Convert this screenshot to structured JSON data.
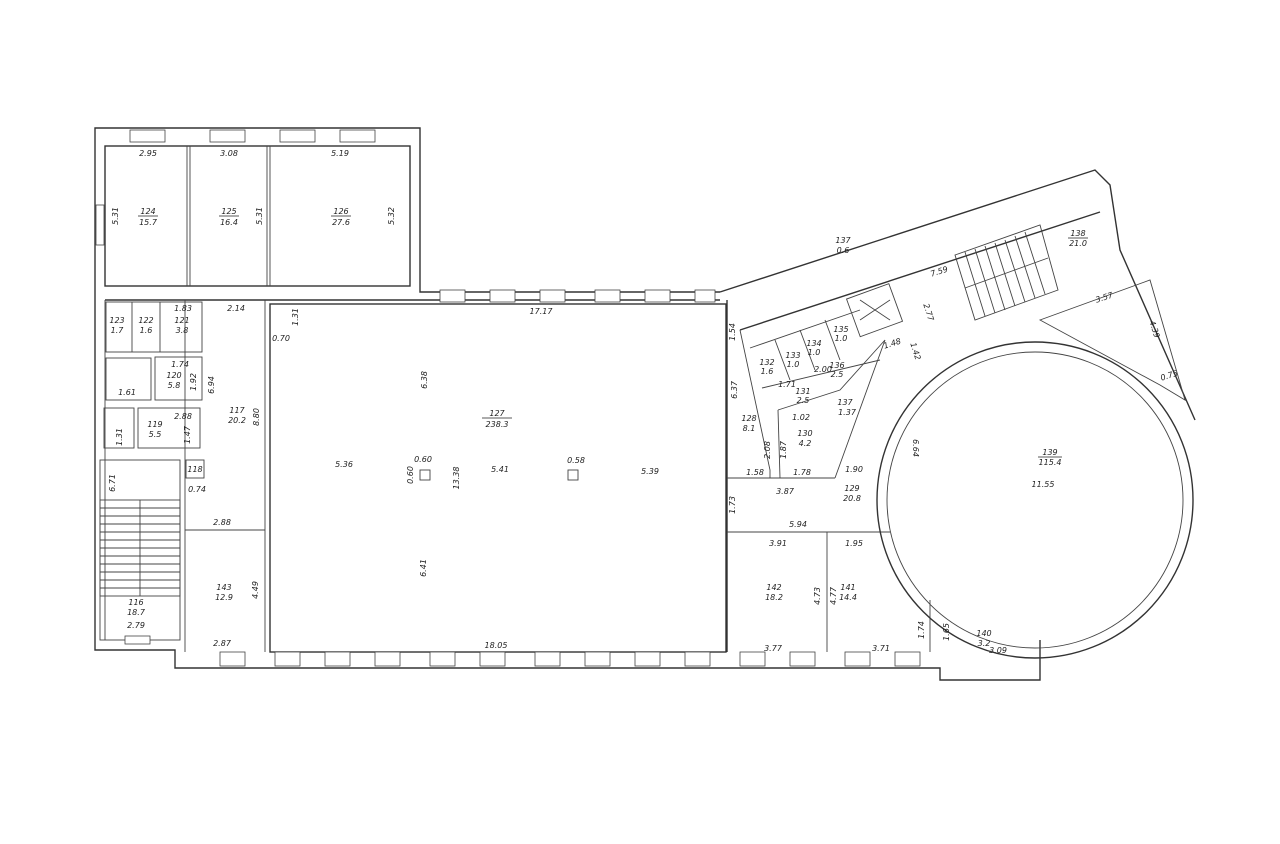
{
  "rooms": [
    {
      "num": "124",
      "area": "15.7"
    },
    {
      "num": "125",
      "area": "16.4"
    },
    {
      "num": "126",
      "area": "27.6"
    },
    {
      "num": "123",
      "area": "1.7"
    },
    {
      "num": "122",
      "area": "1.6"
    },
    {
      "num": "121",
      "area": "3.8"
    },
    {
      "num": "120",
      "area": "5.8"
    },
    {
      "num": "119",
      "area": "5.5"
    },
    {
      "num": "118",
      "area": ""
    },
    {
      "num": "117",
      "area": "20.2"
    },
    {
      "num": "116",
      "area": "18.7"
    },
    {
      "num": "143",
      "area": "12.9"
    },
    {
      "num": "127",
      "area": "238.3"
    },
    {
      "num": "128",
      "area": "8.1"
    },
    {
      "num": "132",
      "area": "1.6"
    },
    {
      "num": "133",
      "area": "1.0"
    },
    {
      "num": "134",
      "area": "1.0"
    },
    {
      "num": "135",
      "area": "1.0"
    },
    {
      "num": "136",
      "area": "2.5"
    },
    {
      "num": "131",
      "area": "2.5"
    },
    {
      "num": "137",
      "area": "0.6"
    },
    {
      "num": "130",
      "area": "4.2"
    },
    {
      "num": "129",
      "area": "20.8"
    },
    {
      "num": "142",
      "area": "18.2"
    },
    {
      "num": "141",
      "area": "14.4"
    },
    {
      "num": "140",
      "area": "3.2"
    },
    {
      "num": "139",
      "area": "115.4"
    },
    {
      "num": "138",
      "area": "21.0"
    },
    {
      "num": "137",
      "area": ""
    }
  ],
  "dimensions": [
    "2.95",
    "3.08",
    "5.19",
    "5.31",
    "5.31",
    "5.32",
    "1.83",
    "2.14",
    "1.31",
    "0.70",
    "17.17",
    "1.74",
    "1.92",
    "1.61",
    "6.94",
    "8.80",
    "2.88",
    "1.47",
    "1.31",
    "0.74",
    "6.71",
    "2.88",
    "4.49",
    "2.79",
    "2.87",
    "6.38",
    "5.36",
    "0.60",
    "0.60",
    "13.38",
    "5.41",
    "0.58",
    "5.39",
    "6.41",
    "18.05",
    "1.54",
    "6.37",
    "2.08",
    "1.87",
    "1.58",
    "1.78",
    "1.71",
    "2.00",
    "1.02",
    "1.37",
    "1.73",
    "3.87",
    "1.90",
    "5.94",
    "3.91",
    "1.95",
    "4.73",
    "4.77",
    "3.77",
    "3.71",
    "1.74",
    "1.65",
    "3.09",
    "7.59",
    "2.77",
    "1.48",
    "1.42",
    "3.57",
    "4.39",
    "0.75",
    "6.64",
    "11.55"
  ]
}
